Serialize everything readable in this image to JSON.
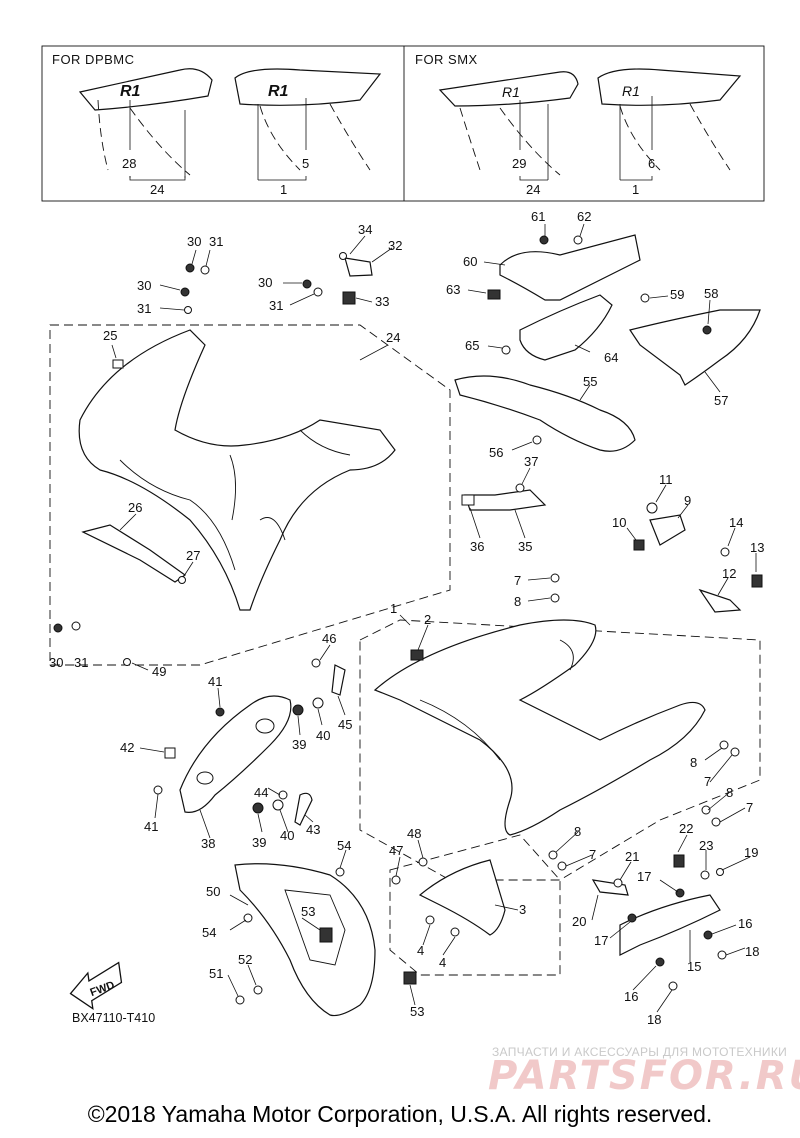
{
  "inset": {
    "left_title": "FOR  DPBMC",
    "right_title": "FOR  SMX",
    "decal_text": "R1",
    "left_labels": [
      "28",
      "24",
      "5",
      "1"
    ],
    "right_labels": [
      "29",
      "24",
      "6",
      "1"
    ]
  },
  "callouts": {
    "c30a": "30",
    "c31a": "31",
    "c30b": "30",
    "c31b": "31",
    "c34": "34",
    "c32": "32",
    "c30c": "30",
    "c31c": "31",
    "c33": "33",
    "c25": "25",
    "c24": "24",
    "c26": "26",
    "c27": "27",
    "c30d": "30",
    "c31d": "31",
    "c49": "49",
    "c61": "61",
    "c62": "62",
    "c60": "60",
    "c63": "63",
    "c59": "59",
    "c58": "58",
    "c65": "65",
    "c64": "64",
    "c57": "57",
    "c55": "55",
    "c56": "56",
    "c37": "37",
    "c36": "36",
    "c35": "35",
    "c11": "11",
    "c9": "9",
    "c10": "10",
    "c14": "14",
    "c13": "13",
    "c12": "12",
    "c7a": "7",
    "c8a": "8",
    "c1": "1",
    "c2": "2",
    "c46": "46",
    "c41a": "41",
    "c45": "45",
    "c39a": "39",
    "c40a": "40",
    "c42": "42",
    "c41b": "41",
    "c44": "44",
    "c39b": "39",
    "c40b": "40",
    "c43": "43",
    "c38": "38",
    "c8b": "8",
    "c7b": "7",
    "c8c": "8",
    "c7c": "7",
    "c8d": "8",
    "c7d": "7",
    "c22": "22",
    "c23": "23",
    "c19": "19",
    "c21": "21",
    "c17a": "17",
    "c17b": "17",
    "c20": "20",
    "c16a": "16",
    "c18a": "18",
    "c15": "15",
    "c16b": "16",
    "c18b": "18",
    "c54a": "54",
    "c50": "50",
    "c53a": "53",
    "c54b": "54",
    "c52": "52",
    "c51": "51",
    "c53b": "53",
    "c48": "48",
    "c47": "47",
    "c3": "3",
    "c4a": "4",
    "c4b": "4"
  },
  "fwd_label": "FWD",
  "diagram_code": "BX47110-T410",
  "watermark": {
    "tagline": "ЗАПЧАСТИ И АКСЕССУАРЫ ДЛЯ МОТОТЕХНИКИ",
    "logo": "PARTSFOR.RU"
  },
  "copyright": "©2018 Yamaha Motor Corporation, U.S.A. All rights reserved."
}
